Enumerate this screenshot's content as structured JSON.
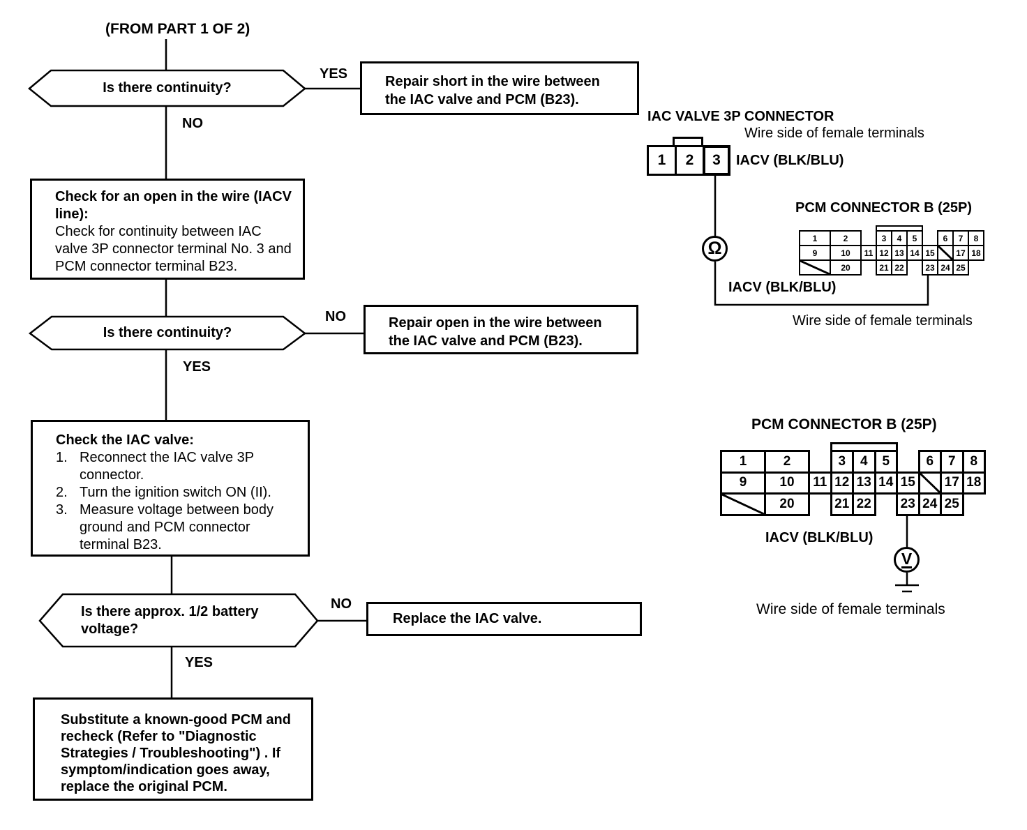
{
  "flow": {
    "from_part": "(FROM PART 1 OF 2)",
    "d1_text": "Is there continuity?",
    "d1_yes": "YES",
    "d1_no": "NO",
    "repair_short": "Repair short in the wire between the IAC valve and PCM (B23).",
    "open_title": "Check for an open in the wire (IACV line):",
    "open_body": "Check for continuity between IAC valve 3P connector terminal No. 3 and PCM connector terminal B23.",
    "d2_text": "Is there continuity?",
    "d2_no": "NO",
    "d2_yes": "YES",
    "repair_open": "Repair open in the wire between the IAC valve and PCM (B23).",
    "valve_title": "Check the IAC valve:",
    "valve_steps": [
      {
        "num": "1.",
        "text": "Reconnect the IAC valve 3P connector."
      },
      {
        "num": "2.",
        "text": "Turn the ignition switch ON (II)."
      },
      {
        "num": "3.",
        "text": "Measure voltage between body ground and PCM connector terminal B23."
      }
    ],
    "d3_text": "Is there approx. 1/2 battery voltage?",
    "d3_no": "NO",
    "d3_yes": "YES",
    "replace_valve": "Replace the IAC valve.",
    "substitute": "Substitute a known-good PCM and recheck (Refer to \"Diagnostic Strategies / Troubleshooting\") . If symptom/indication goes away, replace the original PCM."
  },
  "diagram": {
    "iac3p": {
      "title": "IAC VALVE 3P CONNECTOR",
      "subtitle": "Wire side of female terminals",
      "pins": [
        "1",
        "2",
        "3"
      ],
      "wire_label": "IACV (BLK/BLU)"
    },
    "pcm_top": {
      "title": "PCM CONNECTOR B (25P)",
      "meter": "Ω",
      "wire_label": "IACV (BLK/BLU)",
      "footer": "Wire side of female terminals"
    },
    "pcm_bottom": {
      "title": "PCM CONNECTOR B (25P)",
      "meter": "V",
      "wire_label": "IACV (BLK/BLU)",
      "footer": "Wire side of female terminals"
    },
    "connector_25p": {
      "tab": {
        "c": 5,
        "w": 3
      },
      "cells": [
        {
          "r": 0,
          "c": 0,
          "w": 2,
          "label": "1"
        },
        {
          "r": 0,
          "c": 2,
          "w": 2,
          "label": "2"
        },
        {
          "r": 0,
          "c": 5,
          "label": "3"
        },
        {
          "r": 0,
          "c": 6,
          "label": "4"
        },
        {
          "r": 0,
          "c": 7,
          "label": "5"
        },
        {
          "r": 0,
          "c": 9,
          "label": "6"
        },
        {
          "r": 0,
          "c": 10,
          "label": "7"
        },
        {
          "r": 0,
          "c": 11,
          "label": "8"
        },
        {
          "r": 1,
          "c": 0,
          "w": 2,
          "label": "9"
        },
        {
          "r": 1,
          "c": 2,
          "w": 2,
          "label": "10"
        },
        {
          "r": 1,
          "c": 4,
          "label": "11"
        },
        {
          "r": 1,
          "c": 5,
          "label": "12"
        },
        {
          "r": 1,
          "c": 6,
          "label": "13"
        },
        {
          "r": 1,
          "c": 7,
          "label": "14"
        },
        {
          "r": 1,
          "c": 8,
          "label": "15"
        },
        {
          "r": 1,
          "c": 9,
          "label": "",
          "diag": true
        },
        {
          "r": 1,
          "c": 10,
          "label": "17"
        },
        {
          "r": 1,
          "c": 11,
          "label": "18"
        },
        {
          "r": 2,
          "c": 0,
          "w": 2,
          "label": "",
          "diag": true
        },
        {
          "r": 2,
          "c": 2,
          "w": 2,
          "label": "20"
        },
        {
          "r": 2,
          "c": 5,
          "label": "21"
        },
        {
          "r": 2,
          "c": 6,
          "label": "22"
        },
        {
          "r": 2,
          "c": 8,
          "label": "23"
        },
        {
          "r": 2,
          "c": 9,
          "label": "24"
        },
        {
          "r": 2,
          "c": 10,
          "label": "25"
        }
      ]
    },
    "line_color": "#000000",
    "background": "#ffffff"
  }
}
